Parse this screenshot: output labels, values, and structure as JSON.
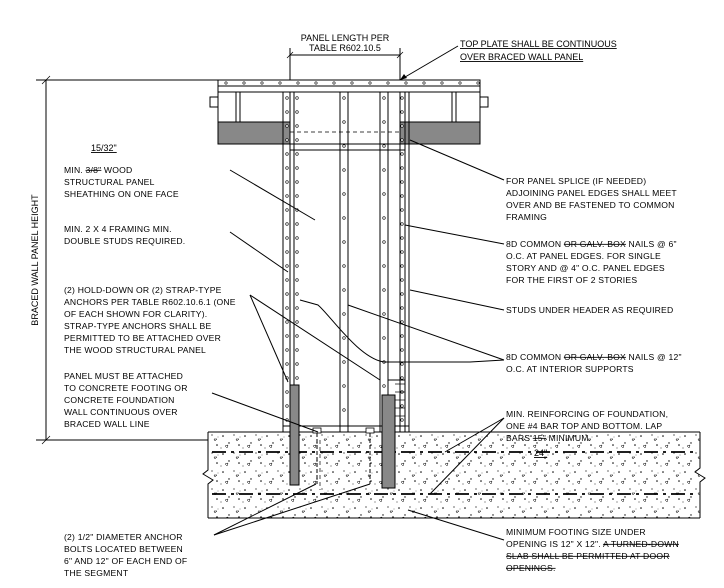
{
  "dimensions": {
    "panel_length_1": "PANEL LENGTH PER",
    "panel_length_2": "TABLE R602.10.5",
    "wall_height": "BRACED WALL PANEL HEIGHT",
    "sheathing_thickness": "15/32\"",
    "foundation_depth": "24\""
  },
  "callouts": {
    "top_plate": [
      "TOP PLATE SHALL BE CONTINUOUS",
      "OVER BRACED WALL PANEL"
    ],
    "sheathing_prefix": "MIN. ",
    "sheathing_struck": "3/8\"",
    "sheathing_suffix": " WOOD",
    "sheathing_rest": [
      "STRUCTURAL PANEL",
      "SHEATHING ON ONE FACE"
    ],
    "framing": [
      "MIN. 2 X 4 FRAMING MIN.",
      "DOUBLE STUDS REQUIRED."
    ],
    "hold_down": [
      "(2) HOLD-DOWN OR (2) STRAP-TYPE",
      "ANCHORS PER TABLE R602.10.6.1 (ONE",
      "OF EACH SHOWN FOR CLARITY).",
      "STRAP-TYPE ANCHORS SHALL BE",
      "PERMITTED TO BE ATTACHED OVER",
      "THE WOOD STRUCTURAL PANEL"
    ],
    "concrete": [
      "PANEL MUST BE ATTACHED",
      "TO CONCRETE FOOTING OR",
      "CONCRETE FOUNDATION",
      "WALL CONTINUOUS OVER",
      "BRACED WALL LINE"
    ],
    "anchor_bolts": [
      "(2) 1/2\" DIAMETER ANCHOR",
      "BOLTS LOCATED BETWEEN",
      "6\" AND 12\" OF EACH END OF",
      "THE SEGMENT"
    ],
    "splice": [
      "FOR PANEL SPLICE (IF NEEDED)",
      "ADJOINING PANEL EDGES SHALL MEET",
      "OVER AND BE FASTENED TO COMMON",
      "FRAMING"
    ],
    "edge_nails_prefix": "8D COMMON ",
    "edge_nails_struck": "OR GALV. BOX",
    "edge_nails_suffix": " NAILS @ 6\"",
    "edge_nails_rest": [
      "O.C. AT PANEL EDGES. FOR SINGLE",
      "STORY AND @ 4\" O.C. PANEL EDGES",
      "FOR THE FIRST OF 2 STORIES"
    ],
    "studs": "STUDS UNDER HEADER AS REQUIRED",
    "interior_nails_prefix": "8D COMMON ",
    "interior_nails_struck": "OR GALV. BOX",
    "interior_nails_suffix": " NAILS @ 12\"",
    "interior_nails_rest": "O.C. AT INTERIOR SUPPORTS",
    "reinforcing_1": "MIN. REINFORCING OF FOUNDATION,",
    "reinforcing_2": "ONE #4 BAR TOP AND BOTTOM. LAP",
    "reinforcing_3_prefix": "BARS ",
    "reinforcing_3_struck": "15\"",
    "reinforcing_3_suffix": " MINIMUM.",
    "footing_1": "MINIMUM FOOTING SIZE UNDER",
    "footing_2_prefix": "OPENING IS 12\" X 12\". ",
    "footing_2_struck": "A TURNED-DOWN",
    "footing_3_struck": "SLAB SHALL BE PERMITTED AT DOOR",
    "footing_4_struck": "OPENINGS."
  }
}
